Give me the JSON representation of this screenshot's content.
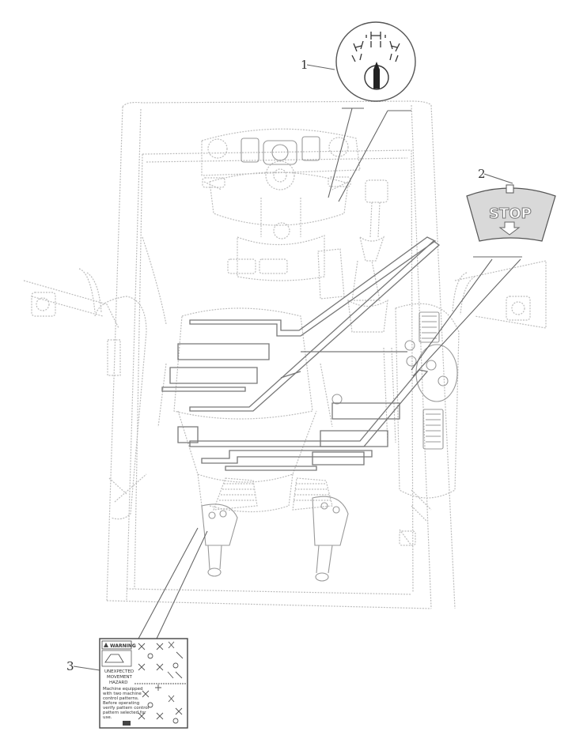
{
  "callouts": [
    {
      "number": "1"
    },
    {
      "number": "2"
    },
    {
      "number": "3"
    }
  ],
  "stop_decal": {
    "text": "STOP"
  },
  "warning_decal": {
    "heading": "WARNING",
    "title_line1": "UNEXPECTED",
    "title_line2": "MOVEMENT",
    "title_line3": "HAZARD",
    "body_lines": [
      "Machine equipped",
      "with two machine",
      "control patterns.",
      "Before operating",
      "verify pattern control",
      "pattern selected for",
      "use."
    ]
  },
  "icons": [
    "steering-mode-selector-decal-icon",
    "stop-decal-icon",
    "warning-decal-icon",
    "cab-interior-drawing"
  ]
}
